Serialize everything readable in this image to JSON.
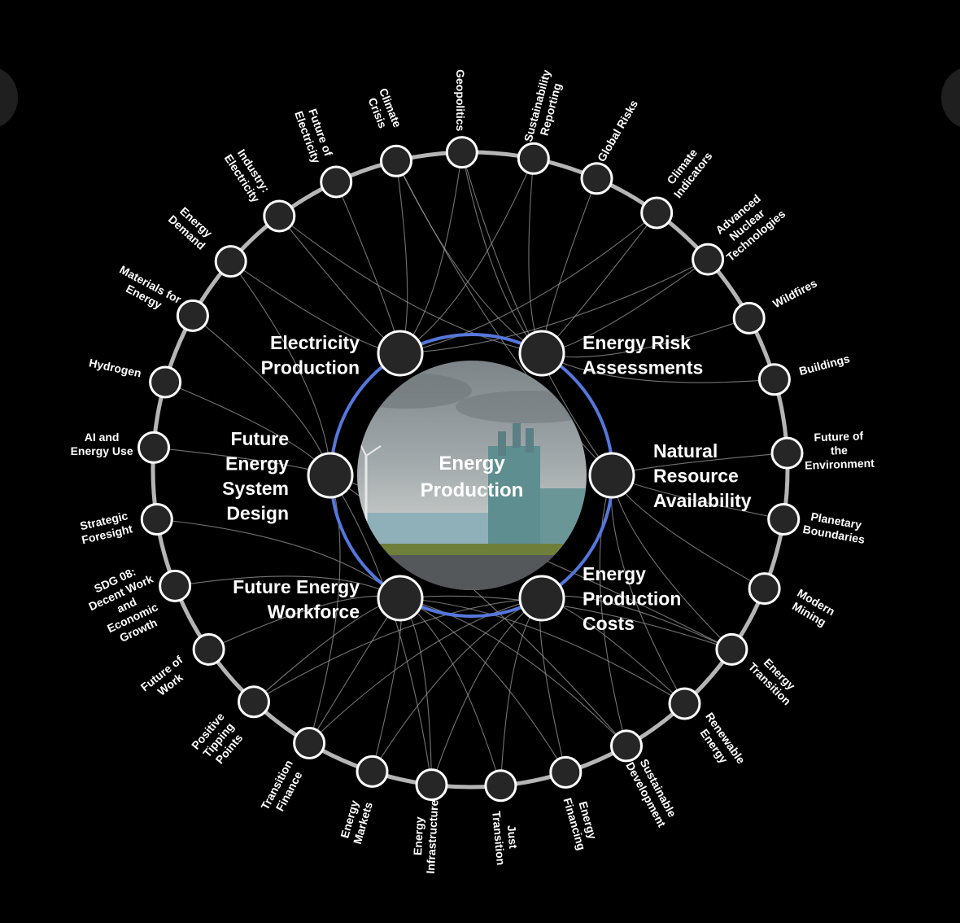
{
  "colors": {
    "background": "#000000",
    "outer_ring": "#b5b5b5",
    "inner_ring": "#5577dd",
    "node_fill": "#262626",
    "node_stroke": "#ffffff",
    "link": "#9a9a9a"
  },
  "center": {
    "label_lines": [
      "Energy",
      "Production"
    ]
  },
  "inner_nodes": [
    {
      "id": "ep",
      "lines": [
        "Electricity",
        "Production"
      ]
    },
    {
      "id": "era",
      "lines": [
        "Energy Risk",
        "Assessments"
      ]
    },
    {
      "id": "nra",
      "lines": [
        "Natural",
        "Resource",
        "Availability"
      ]
    },
    {
      "id": "epc",
      "lines": [
        "Energy",
        "Production",
        "Costs"
      ]
    },
    {
      "id": "few",
      "lines": [
        "Future Energy",
        "Workforce"
      ]
    },
    {
      "id": "fesd",
      "lines": [
        "Future",
        "Energy",
        "System",
        "Design"
      ]
    }
  ],
  "outer_nodes": [
    {
      "id": "geo",
      "lines": [
        "Geopolitics"
      ]
    },
    {
      "id": "sr",
      "lines": [
        "Sustainability",
        "Reporting"
      ]
    },
    {
      "id": "gr",
      "lines": [
        "Global Risks"
      ]
    },
    {
      "id": "ci",
      "lines": [
        "Climate",
        "Indicators"
      ]
    },
    {
      "id": "ant",
      "lines": [
        "Advanced",
        "Nuclear",
        "Technologies"
      ]
    },
    {
      "id": "wf",
      "lines": [
        "Wildfires"
      ]
    },
    {
      "id": "bld",
      "lines": [
        "Buildings"
      ]
    },
    {
      "id": "foe",
      "lines": [
        "Future of",
        "the",
        "Environment"
      ]
    },
    {
      "id": "pb",
      "lines": [
        "Planetary",
        "Boundaries"
      ]
    },
    {
      "id": "mm",
      "lines": [
        "Modern",
        "Mining"
      ]
    },
    {
      "id": "et",
      "lines": [
        "Energy",
        "Transition"
      ]
    },
    {
      "id": "re",
      "lines": [
        "Renewable",
        "Energy"
      ]
    },
    {
      "id": "sd",
      "lines": [
        "Sustainable",
        "Development"
      ]
    },
    {
      "id": "ef",
      "lines": [
        "Energy",
        "Financing"
      ]
    },
    {
      "id": "jt",
      "lines": [
        "Just",
        "Transition"
      ]
    },
    {
      "id": "ei",
      "lines": [
        "Energy",
        "Infrastructure"
      ]
    },
    {
      "id": "em",
      "lines": [
        "Energy",
        "Markets"
      ]
    },
    {
      "id": "tf",
      "lines": [
        "Transition",
        "Finance"
      ]
    },
    {
      "id": "ptp",
      "lines": [
        "Positive",
        "Tipping",
        "Points"
      ]
    },
    {
      "id": "fow",
      "lines": [
        "Future of",
        "Work"
      ]
    },
    {
      "id": "sdg",
      "lines": [
        "SDG 08:",
        "Decent Work",
        "and",
        "Economic",
        "Growth"
      ]
    },
    {
      "id": "sf",
      "lines": [
        "Strategic",
        "Foresight"
      ]
    },
    {
      "id": "ai",
      "lines": [
        "AI and",
        "Energy Use"
      ]
    },
    {
      "id": "hyd",
      "lines": [
        "Hydrogen"
      ]
    },
    {
      "id": "mfe",
      "lines": [
        "Materials for",
        "Energy"
      ]
    },
    {
      "id": "ed",
      "lines": [
        "Energy",
        "Demand"
      ]
    },
    {
      "id": "ie",
      "lines": [
        "Industry:",
        "Electricity"
      ]
    },
    {
      "id": "foel",
      "lines": [
        "Future of",
        "Electricity"
      ]
    },
    {
      "id": "cc",
      "lines": [
        "Climate",
        "Crisis"
      ]
    }
  ],
  "links": [
    [
      "geo",
      "ep"
    ],
    [
      "geo",
      "era"
    ],
    [
      "geo",
      "nra"
    ],
    [
      "sr",
      "era"
    ],
    [
      "sr",
      "ep"
    ],
    [
      "gr",
      "era"
    ],
    [
      "ci",
      "era"
    ],
    [
      "ci",
      "ep"
    ],
    [
      "ant",
      "era"
    ],
    [
      "ant",
      "ep"
    ],
    [
      "wf",
      "era"
    ],
    [
      "bld",
      "era"
    ],
    [
      "foe",
      "nra"
    ],
    [
      "pb",
      "nra"
    ],
    [
      "mm",
      "nra"
    ],
    [
      "et",
      "nra"
    ],
    [
      "et",
      "epc"
    ],
    [
      "et",
      "fesd"
    ],
    [
      "et",
      "few"
    ],
    [
      "re",
      "nra"
    ],
    [
      "re",
      "epc"
    ],
    [
      "re",
      "few"
    ],
    [
      "sd",
      "nra"
    ],
    [
      "sd",
      "few"
    ],
    [
      "sd",
      "fesd"
    ],
    [
      "ef",
      "epc"
    ],
    [
      "ef",
      "few"
    ],
    [
      "jt",
      "few"
    ],
    [
      "jt",
      "epc"
    ],
    [
      "ei",
      "few"
    ],
    [
      "ei",
      "epc"
    ],
    [
      "ei",
      "fesd"
    ],
    [
      "em",
      "few"
    ],
    [
      "em",
      "epc"
    ],
    [
      "tf",
      "few"
    ],
    [
      "tf",
      "epc"
    ],
    [
      "tf",
      "fesd"
    ],
    [
      "ptp",
      "few"
    ],
    [
      "ptp",
      "epc"
    ],
    [
      "fow",
      "few"
    ],
    [
      "sdg",
      "few"
    ],
    [
      "sf",
      "few"
    ],
    [
      "ai",
      "fesd"
    ],
    [
      "hyd",
      "fesd"
    ],
    [
      "mfe",
      "fesd"
    ],
    [
      "ed",
      "fesd"
    ],
    [
      "ed",
      "ep"
    ],
    [
      "ie",
      "ep"
    ],
    [
      "ie",
      "era"
    ],
    [
      "foel",
      "ep"
    ],
    [
      "cc",
      "ep"
    ],
    [
      "cc",
      "era"
    ],
    [
      "cc",
      "nra"
    ]
  ]
}
